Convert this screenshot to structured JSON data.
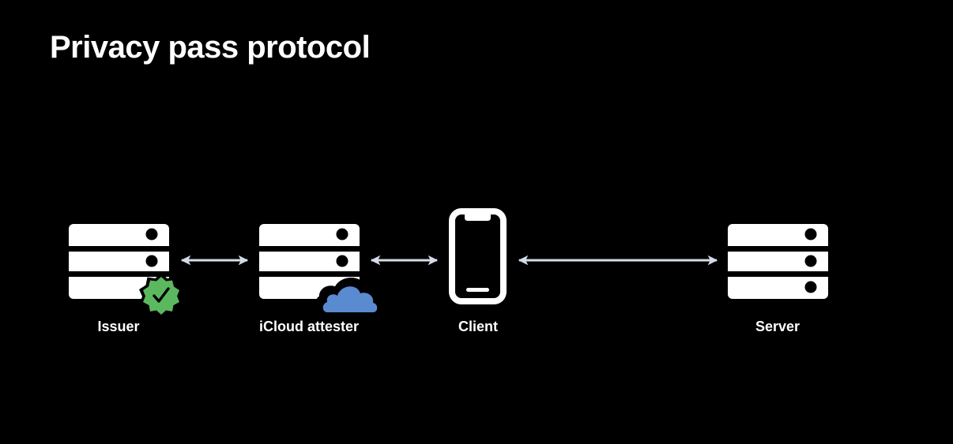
{
  "slide": {
    "title": "Privacy pass protocol"
  },
  "nodes": [
    {
      "id": "issuer",
      "label": "Issuer",
      "icon": "server-icon",
      "badge": "verified-badge-icon"
    },
    {
      "id": "attester",
      "label": "iCloud attester",
      "icon": "server-icon",
      "badge": "cloud-icon"
    },
    {
      "id": "client",
      "label": "Client",
      "icon": "phone-icon"
    },
    {
      "id": "server",
      "label": "Server",
      "icon": "server-icon"
    }
  ],
  "connections": [
    {
      "from": "issuer",
      "to": "attester",
      "direction": "bidirectional"
    },
    {
      "from": "attester",
      "to": "client",
      "direction": "bidirectional"
    },
    {
      "from": "client",
      "to": "server",
      "direction": "bidirectional"
    }
  ],
  "colors": {
    "background": "#000000",
    "foreground": "#ffffff",
    "arrow": "#d4dbe8",
    "badge_green": "#5cb85f",
    "cloud_blue": "#5a8ad0"
  }
}
